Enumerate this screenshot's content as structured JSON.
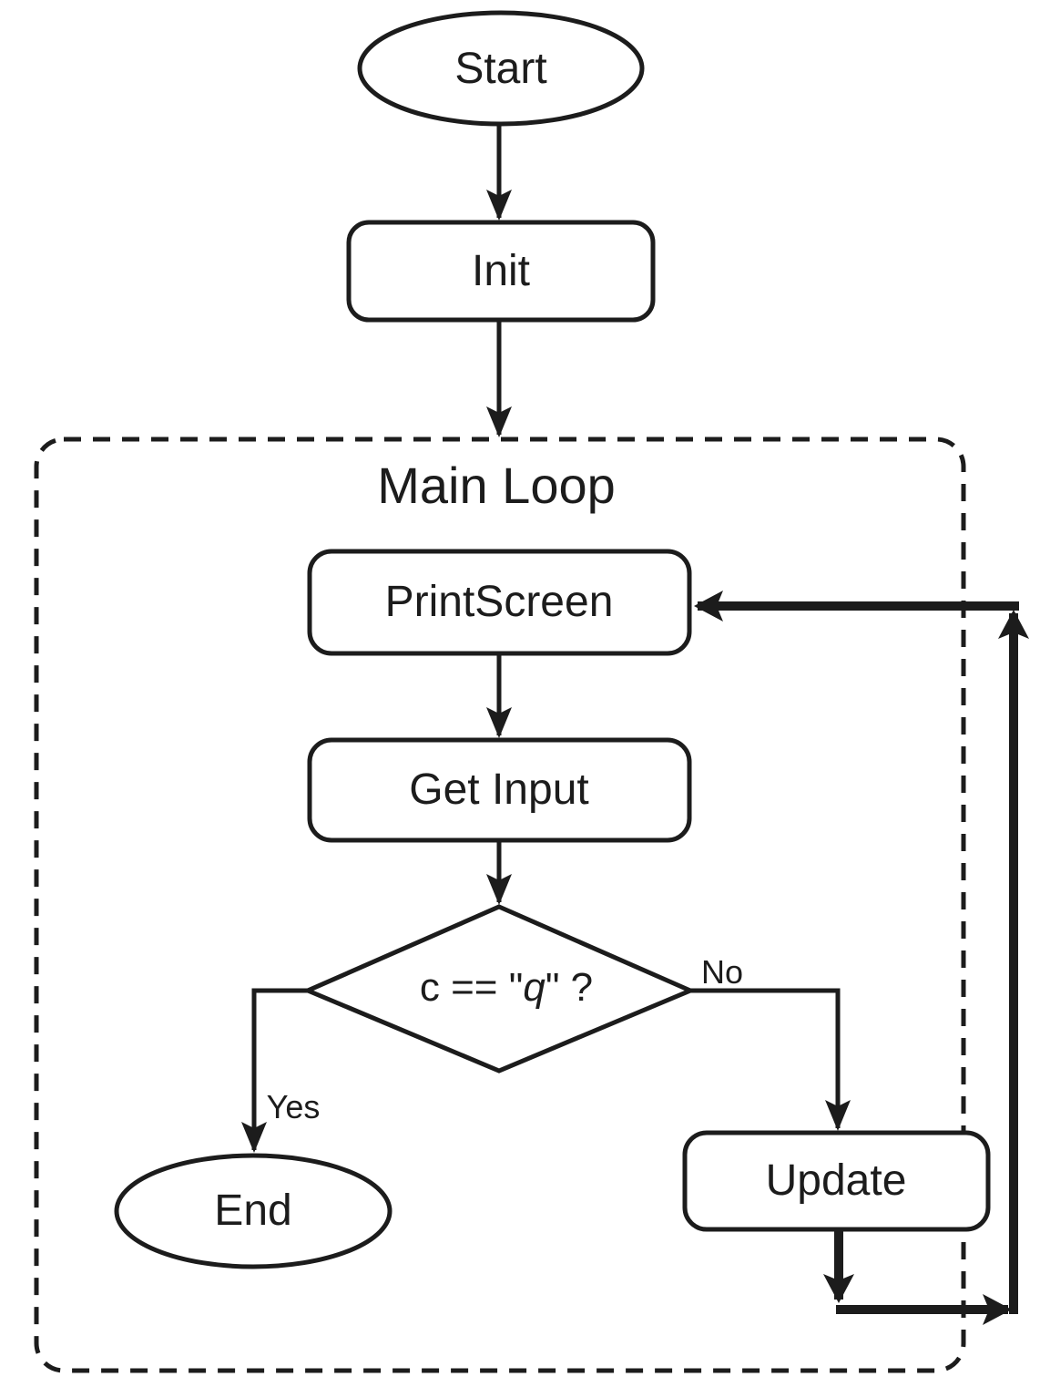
{
  "diagram": {
    "container": {
      "title": "Main Loop"
    },
    "nodes": {
      "start": {
        "label": "Start",
        "type": "terminator"
      },
      "init": {
        "label": "Init",
        "type": "process"
      },
      "print_screen": {
        "label": "PrintScreen",
        "type": "process"
      },
      "get_input": {
        "label": "Get Input",
        "type": "process"
      },
      "decision": {
        "label_pre": "c == \"",
        "label_var": "q",
        "label_post": "\" ?",
        "type": "decision"
      },
      "update": {
        "label": "Update",
        "type": "process"
      },
      "end": {
        "label": "End",
        "type": "terminator"
      }
    },
    "edges": {
      "yes": {
        "label": "Yes"
      },
      "no": {
        "label": "No"
      }
    },
    "colors": {
      "line": "#1c1c1c",
      "background": "#ffffff"
    }
  }
}
